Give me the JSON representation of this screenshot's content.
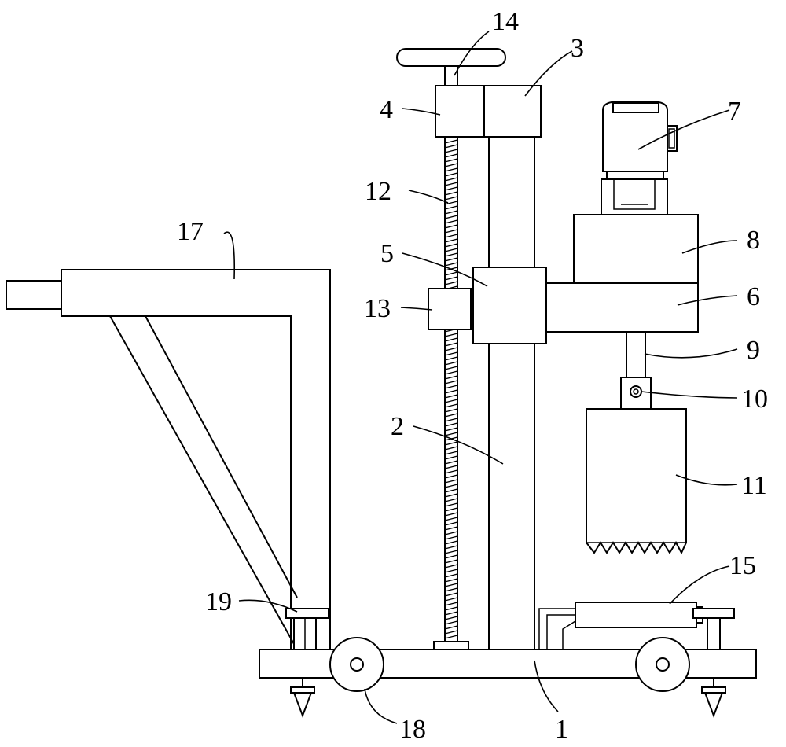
{
  "labels": {
    "n1": "1",
    "n2": "2",
    "n3": "3",
    "n4": "4",
    "n5": "5",
    "n6": "6",
    "n7": "7",
    "n8": "8",
    "n9": "9",
    "n10": "10",
    "n11": "11",
    "n12": "12",
    "n13": "13",
    "n14": "14",
    "n15": "15",
    "n17": "17",
    "n18": "18",
    "n19": "19"
  }
}
